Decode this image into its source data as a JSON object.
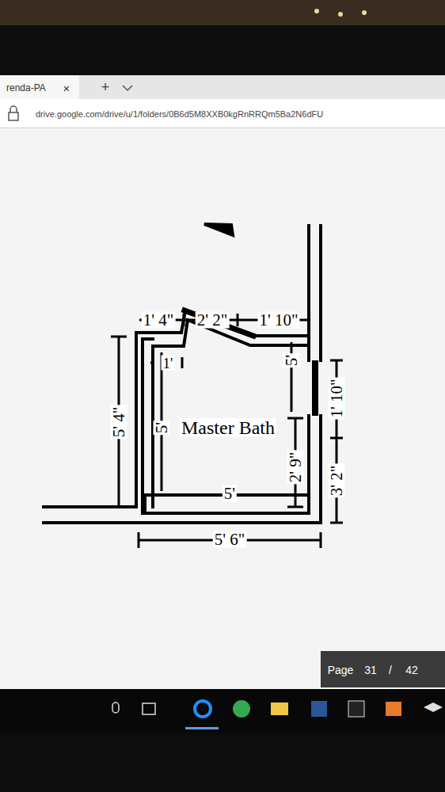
{
  "diagram": {
    "labels": [
      "renda-PA",
      "×",
      "+",
      "drive.google.com/drive/u/1/folders/0B6d5M8XXB0kgRnRRQm5Ba2N6dFU",
      "1' 4\"",
      "2' 2\"",
      "1' 10\"",
      "1'",
      "5'",
      "Master Bath",
      "5'",
      "2' 9\"",
      "5'",
      "5' 4\"",
      "1' 10\"",
      "3' 2\"",
      "5' 6\"",
      "Page",
      "31",
      "/",
      "42"
    ]
  }
}
